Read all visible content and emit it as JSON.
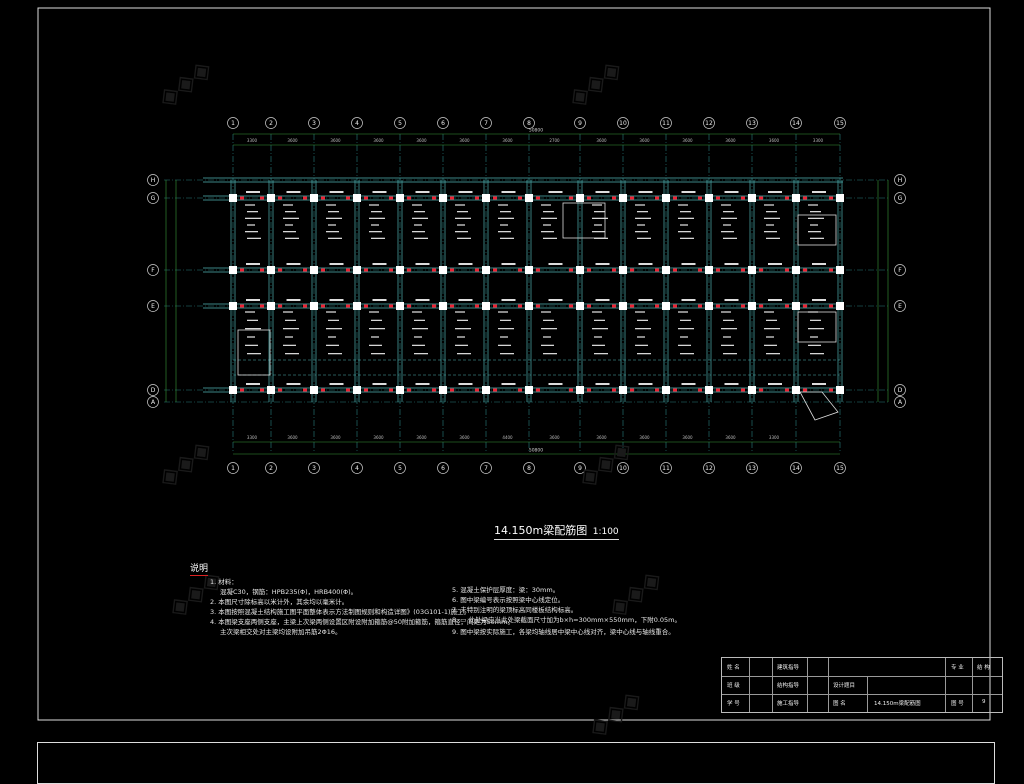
{
  "drawing": {
    "title": "14.150m梁配筋图",
    "scale": "1:100",
    "overall_dim_top": "50800",
    "overall_dim_bottom": "50800",
    "axis_numbers": [
      "1",
      "2",
      "3",
      "4",
      "5",
      "6",
      "7",
      "8",
      "9",
      "10",
      "11",
      "12",
      "13",
      "14",
      "15"
    ],
    "axis_letters_left": [
      "H",
      "G",
      "F",
      "E",
      "D",
      "A"
    ],
    "axis_letters_right": [
      "H",
      "G",
      "F",
      "E",
      "D",
      "A"
    ],
    "top_dims": [
      "3300",
      "3600",
      "3600",
      "3600",
      "3600",
      "3600",
      "3600",
      "2700",
      "3600",
      "3600",
      "3600",
      "3600",
      "3600",
      "3300"
    ],
    "bottom_dims": [
      "3300",
      "3600",
      "3600",
      "3600",
      "3600",
      "3600",
      "4400",
      "3600",
      "3600",
      "3600",
      "3600",
      "3600",
      "3300"
    ]
  },
  "notes": {
    "heading": "说明",
    "left": [
      "1. 材料：",
      "混凝C30，钢筋：HPB235(Φ)，HRB400(Φ)。",
      "2. 本图尺寸除标高以米计外，其余均以毫米计。",
      "3. 本图按照混凝土结构施工图平面整体表示方法制图规则和构造详图》(03G101-1)施工。",
      "4. 本图梁支座两侧支座，主梁上次梁两侧设置区附设附加箍筋@50附加箍筋，箍筋直径，间距为50mm。",
      "主次梁相交处对主梁均设附加吊筋2Φ16。"
    ],
    "right": [
      "5. 混凝土保护层厚度：梁：30mm。",
      "6. 图中梁编号表示按照梁中心线定位。",
      "7. 未特别注明的梁顶标高同楼板结构标高。",
      "8. ▭ 此处梁应当此处梁截面尺寸加为b×h=300mm×550mm，下附0.05m。",
      "9. 图中梁按实际施工，各梁均轴线居中梁中心线对齐，梁中心线与轴线重合。"
    ]
  },
  "title_block": {
    "row1": [
      "姓 名",
      "",
      "建筑指导",
      "",
      "",
      "",
      "专 业",
      "结 构"
    ],
    "row2": [
      "班 级",
      "",
      "结构指导",
      "",
      "设计题目",
      "",
      "",
      ""
    ],
    "row3": [
      "学 号",
      "",
      "施工指导",
      "",
      "图 名",
      "14.150m梁配筋图",
      "图 号",
      "9"
    ]
  }
}
